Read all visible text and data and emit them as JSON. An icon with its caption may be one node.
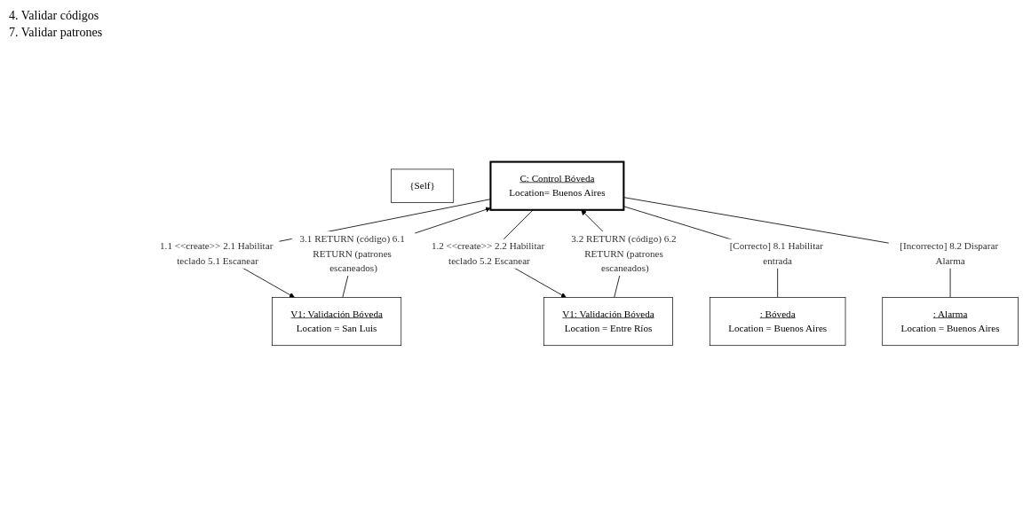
{
  "diagram": {
    "nodes": [
      {
        "text": [
          "{Self}"
        ],
        "beside": [
          "4. Validar códigos",
          "7. Validar patrones"
        ]
      },
      {
        "text": [
          "C: Control Bóveda",
          "Location= Buenos Aires"
        ]
      },
      {
        "text": [
          "V1: Validación Bóveda",
          "Location = San Luis"
        ]
      },
      {
        "text": [
          "V1: Validación Bóveda",
          "Location = Entre Ríos"
        ]
      },
      {
        "text": [
          ": Bóveda",
          "Location = Buenos Aires"
        ]
      },
      {
        "text": [
          ": Alarma",
          "Location = Buenos Aires"
        ]
      }
    ],
    "edges": [
      {
        "from": 1,
        "to": 2,
        "arrow": "to",
        "label": "1.1 <<create>> 2.1 Habilitar teclado 5.1 Escanear"
      },
      {
        "from": 2,
        "to": 1,
        "arrow": "to",
        "label": "3.1 RETURN (código) 6.1 RETURN (patrones escaneados)"
      },
      {
        "from": 1,
        "to": 3,
        "arrow": "to",
        "label": "1.2 <<create>> 2.2 Habilitar teclado 5.2 Escanear"
      },
      {
        "from": 3,
        "to": 1,
        "arrow": "to",
        "label": "3.2 RETURN (código) 6.2 RETURN (patrones escaneados)"
      },
      {
        "from": 1,
        "to": 4,
        "arrow": "none",
        "label": "[Correcto] 8.1 Habilitar entrada"
      },
      {
        "from": 1,
        "to": 5,
        "arrow": "none",
        "label": "[Incorrecto] 8.2 Disparar Alarma"
      }
    ]
  }
}
